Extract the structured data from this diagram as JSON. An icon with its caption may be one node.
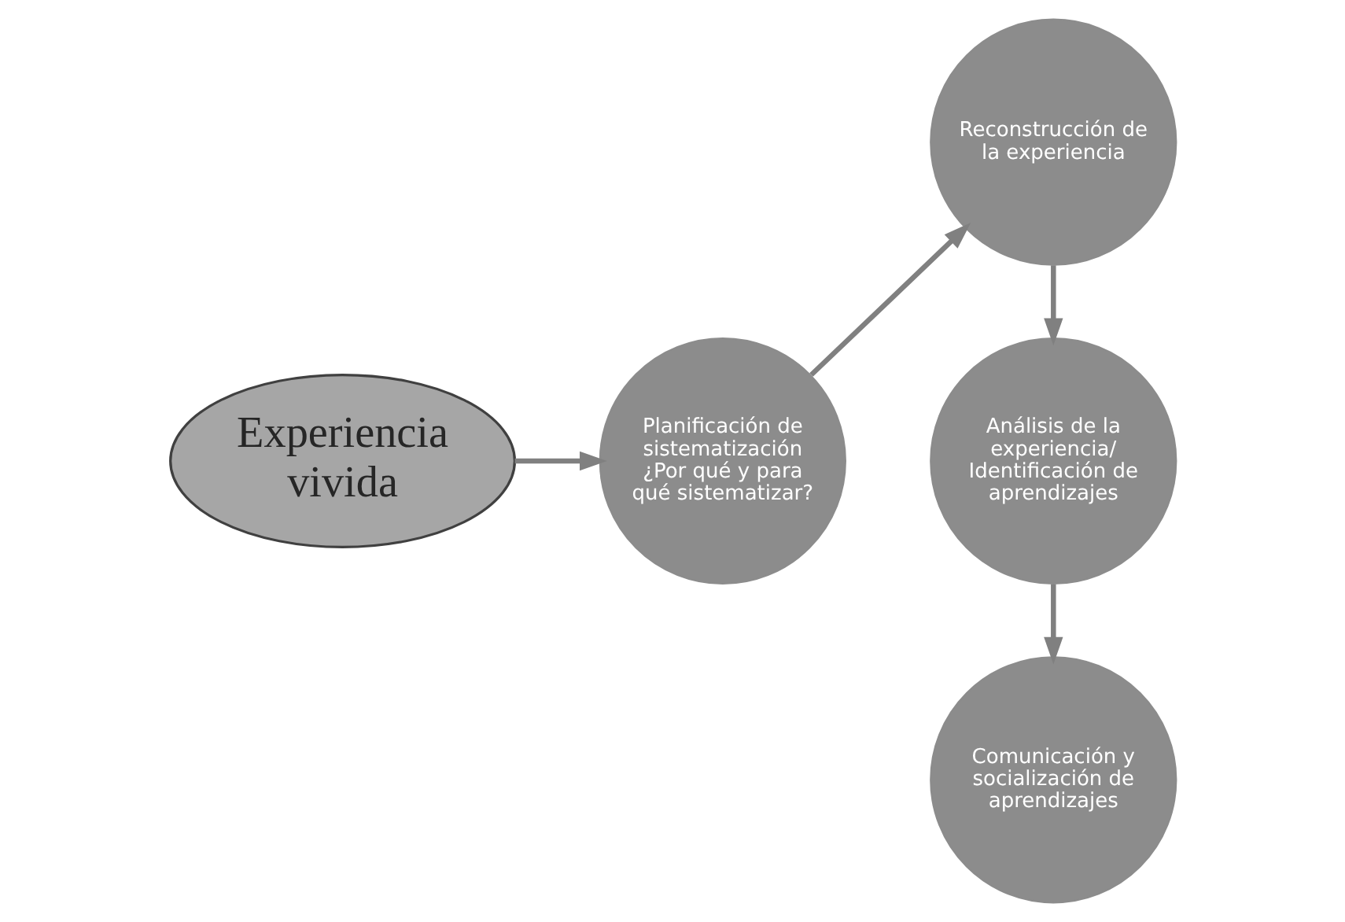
{
  "diagram": {
    "nodes": [
      {
        "text": [
          "Experiencia vivida"
        ]
      },
      {
        "text": [
          "Reconstrucción de la experiencia"
        ]
      },
      {
        "text": [
          "Análisis de la experiencia/ Identificación de aprendizajes"
        ]
      },
      {
        "text": [
          "Planificación de sistematización ¿Por qué y para qué sistematizar?"
        ]
      },
      {
        "text": [
          "Comunicación y socialización de aprendizajes"
        ]
      }
    ],
    "edges": [
      {
        "from": 0,
        "to": 3,
        "arrow": "to"
      },
      {
        "from": 3,
        "to": 1,
        "arrow": "to"
      },
      {
        "from": 1,
        "to": 2,
        "arrow": "to"
      },
      {
        "from": 2,
        "to": 4,
        "arrow": "to"
      }
    ]
  }
}
